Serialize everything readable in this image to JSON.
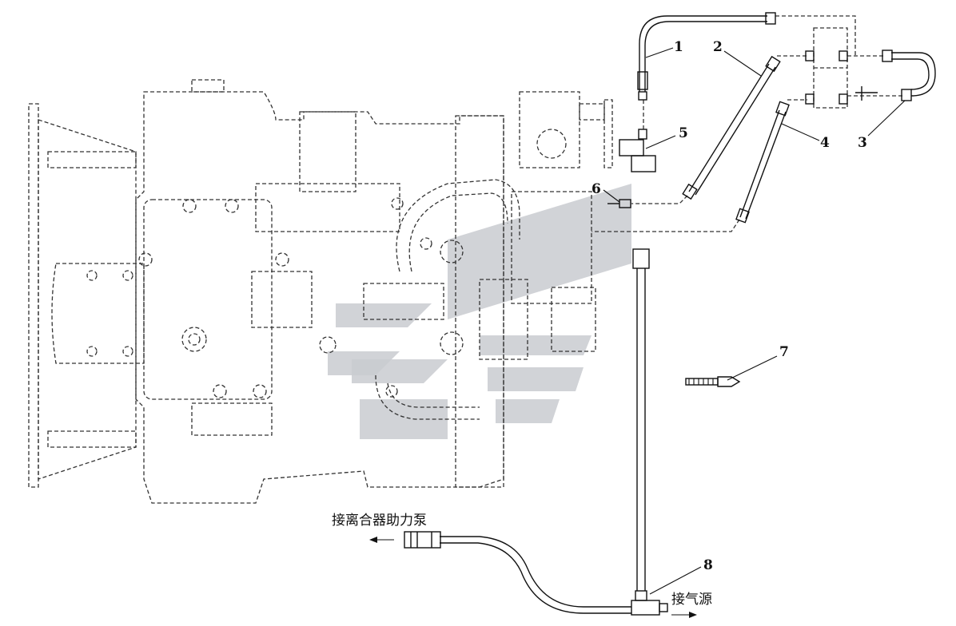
{
  "callouts": {
    "c1": "1",
    "c2": "2",
    "c3": "3",
    "c4": "4",
    "c5": "5",
    "c6": "6",
    "c7": "7",
    "c8": "8"
  },
  "annotations": {
    "clutch_booster_pump": "接离合器助力泵",
    "air_source": "接气源"
  },
  "colors": {
    "line": "#111111",
    "dashed": "#333333",
    "watermark": "#c9cbd0"
  }
}
